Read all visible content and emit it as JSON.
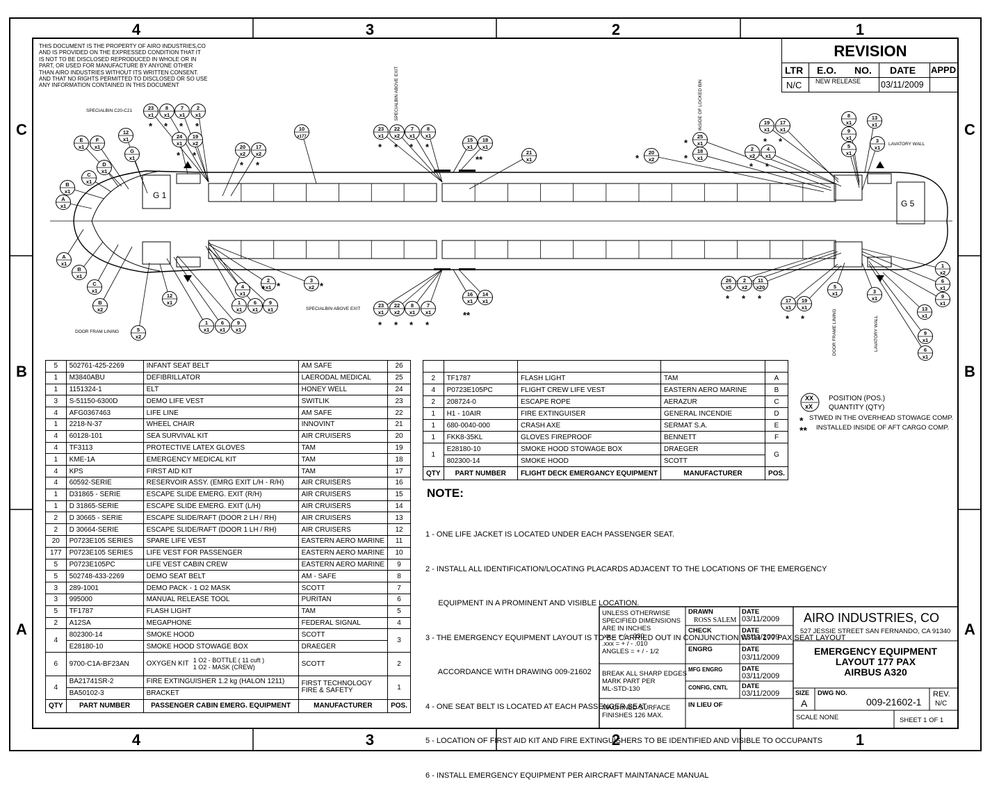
{
  "zones": {
    "columns": [
      "4",
      "3",
      "2",
      "1"
    ],
    "rows": [
      "C",
      "B",
      "A"
    ]
  },
  "disclaimer": [
    "THIS DOCUMENT IS THE PROPERTY OF AIRO INDUSTRIES,CO",
    "AND IS PROVIDED ON THE EXPRESSED CONDITION THAT IT",
    "IS NOT TO BE DISCLOSED REPRODUCED IN WHOLE OR IN",
    "PART, OR USED FOR MANUFACTURE BY ANYONE OTHER",
    "THAN AIRO INDUSTRIES WITHOUT ITS WRITTEN CONSENT.",
    "AND THAT NO RIGHTS PERMITTED TO DISCLOSED OR SO USE",
    "ANY INFORMATION CONTAINED IN THIS DOCUMENT"
  ],
  "revision": {
    "title": "REVISION",
    "headers": [
      "LTR",
      "E.O.",
      "NO.",
      "DATE",
      "APPD"
    ],
    "row": {
      "ltr": "N/C",
      "eo": "NEW RELEASE",
      "date": "03/11/2009",
      "appd": ""
    }
  },
  "diagram": {
    "galley_front": "G 1",
    "galley_rear": "G 5",
    "callouts": {
      "specialbin_top_left": "SPECIALBIN C20-C21",
      "specialbin_above_exit_top": "SPECIALBIN ABOVE EXIT",
      "specialbin_above_exit_bottom": "SPECIALBIN ABOVE EXIT",
      "inside_locked_bin": "INSIDE OF LOCKED BIN",
      "lavatory_wall_top": "LAVATORY WALL",
      "lavatory_wall_bottom": "LAVATORY WALL",
      "door_frame_lining_right": "DOOR FRAME LINING",
      "door_fram_lining_left": "DOOR FRAM LINING"
    },
    "bubbles": [
      {
        "pos": "23",
        "qty": "x1"
      },
      {
        "pos": "8",
        "qty": "x1"
      },
      {
        "pos": "7",
        "qty": "x1"
      },
      {
        "pos": "2",
        "qty": "x1"
      },
      {
        "pos": "24",
        "qty": "x1"
      },
      {
        "pos": "19",
        "qty": "x2"
      },
      {
        "pos": "20",
        "qty": "x2"
      },
      {
        "pos": "17",
        "qty": "x2"
      },
      {
        "pos": "12",
        "qty": "x1"
      },
      {
        "pos": "G",
        "qty": "x1"
      },
      {
        "pos": "E",
        "qty": "x1"
      },
      {
        "pos": "F",
        "qty": "x1"
      },
      {
        "pos": "D",
        "qty": "x1"
      },
      {
        "pos": "C",
        "qty": "x1"
      },
      {
        "pos": "B",
        "qty": "x1"
      },
      {
        "pos": "A",
        "qty": "x1"
      },
      {
        "pos": "10",
        "qty": "x177"
      },
      {
        "pos": "23",
        "qty": "x1"
      },
      {
        "pos": "22",
        "qty": "x2"
      },
      {
        "pos": "7",
        "qty": "x1"
      },
      {
        "pos": "8",
        "qty": "x1"
      },
      {
        "pos": "15",
        "qty": "x1"
      },
      {
        "pos": "18",
        "qty": "x1"
      },
      {
        "pos": "21",
        "qty": "x1"
      },
      {
        "pos": "20",
        "qty": "x2"
      },
      {
        "pos": "25",
        "qty": "x1"
      },
      {
        "pos": "18",
        "qty": "x1"
      },
      {
        "pos": "19",
        "qty": "x1"
      },
      {
        "pos": "17",
        "qty": "x1"
      },
      {
        "pos": "2",
        "qty": "x2"
      },
      {
        "pos": "4",
        "qty": "x1"
      },
      {
        "pos": "8",
        "qty": "x1"
      },
      {
        "pos": "9",
        "qty": "x1"
      },
      {
        "pos": "5",
        "qty": "x1"
      },
      {
        "pos": "13",
        "qty": "x1"
      },
      {
        "pos": "3",
        "qty": "x1"
      },
      {
        "pos": "A",
        "qty": "x1"
      },
      {
        "pos": "B",
        "qty": "x1"
      },
      {
        "pos": "C",
        "qty": "x1"
      },
      {
        "pos": "B",
        "qty": "x2"
      },
      {
        "pos": "12",
        "qty": "x1"
      },
      {
        "pos": "4",
        "qty": "x1"
      },
      {
        "pos": "2",
        "qty": "x1"
      },
      {
        "pos": "3",
        "qty": "x2"
      },
      {
        "pos": "1",
        "qty": "x1"
      },
      {
        "pos": "6",
        "qty": "x1"
      },
      {
        "pos": "9",
        "qty": "x1"
      },
      {
        "pos": "1",
        "qty": "x1"
      },
      {
        "pos": "6",
        "qty": "x1"
      },
      {
        "pos": "9",
        "qty": "x1"
      },
      {
        "pos": "5",
        "qty": "x2"
      },
      {
        "pos": "23",
        "qty": "x1"
      },
      {
        "pos": "22",
        "qty": "x2"
      },
      {
        "pos": "8",
        "qty": "x1"
      },
      {
        "pos": "7",
        "qty": "x1"
      },
      {
        "pos": "16",
        "qty": "x1"
      },
      {
        "pos": "14",
        "qty": "x1"
      },
      {
        "pos": "26",
        "qty": "x5"
      },
      {
        "pos": "2",
        "qty": "x2"
      },
      {
        "pos": "11",
        "qty": "x20"
      },
      {
        "pos": "17",
        "qty": "x1"
      },
      {
        "pos": "19",
        "qty": "x1"
      },
      {
        "pos": "5",
        "qty": "x1"
      },
      {
        "pos": "3",
        "qty": "x1"
      },
      {
        "pos": "1",
        "qty": "x2"
      },
      {
        "pos": "6",
        "qty": "x1"
      },
      {
        "pos": "9",
        "qty": "x1"
      },
      {
        "pos": "13",
        "qty": "x1"
      },
      {
        "pos": "9",
        "qty": "x1"
      },
      {
        "pos": "6",
        "qty": "x1"
      }
    ]
  },
  "passenger_table": {
    "headers": [
      "QTY",
      "PART NUMBER",
      "PASSENGER CABIN EMERG. EQUIPMENT",
      "MANUFACTURER",
      "POS."
    ],
    "rows": [
      [
        "5",
        "502761-425-2269",
        "INFANT SEAT BELT",
        "AM SAFE",
        "26"
      ],
      [
        "1",
        "M3840ABU",
        "DEFIBRILLATOR",
        "LAERODAL MEDICAL",
        "25"
      ],
      [
        "1",
        "1151324-1",
        "ELT",
        "HONEY WELL",
        "24"
      ],
      [
        "3",
        "S-51150-6300D",
        "DEMO LIFE VEST",
        "SWITLIK",
        "23"
      ],
      [
        "4",
        "AFG0367463",
        "LIFE LINE",
        "AM SAFE",
        "22"
      ],
      [
        "1",
        "2218-N-37",
        "WHEEL CHAIR",
        "INNOVINT",
        "21"
      ],
      [
        "4",
        "60128-101",
        "SEA SURVIVAL KIT",
        "AIR CRUISERS",
        "20"
      ],
      [
        "4",
        "TF3113",
        "PROTECTIVE LATEX GLOVES",
        "TAM",
        "19"
      ],
      [
        "1",
        "KME-1A",
        "EMERGENCY MEDICAL KIT",
        "TAM",
        "18"
      ],
      [
        "4",
        "KPS",
        "FIRST AID KIT",
        "TAM",
        "17"
      ],
      [
        "4",
        "60592-SERIE",
        "RESERVOIR ASSY. (EMRG EXIT L/H - R/H)",
        "AIR CRUISERS",
        "16"
      ],
      [
        "1",
        "D31865 - SERIE",
        "ESCAPE SLIDE EMERG. EXIT (R/H)",
        "AIR CRUISERS",
        "15"
      ],
      [
        "1",
        "D 31865-SERIE",
        "ESCAPE SLIDE EMERG. EXIT (L/H)",
        "AIR CRUISERS",
        "14"
      ],
      [
        "2",
        "D 30665 - SERIE",
        "ESCAPE SLIDE/RAFT (DOOR 2 LH / RH)",
        "AIR CRUISERS",
        "13"
      ],
      [
        "2",
        "D 30664-SERIE",
        "ESCAPE SLIDE/RAFT (DOOR 1 LH / RH)",
        "AIR CRUISERS",
        "12"
      ],
      [
        "20",
        "P0723E105 SERIES",
        "SPARE LIFE VEST",
        "EASTERN AERO MARINE",
        "11"
      ],
      [
        "177",
        "P0723E105 SERIES",
        "LIFE VEST FOR PASSENGER",
        "EASTERN AERO MARINE",
        "10"
      ],
      [
        "5",
        "P0723E105PC",
        "LIFE VEST CABIN CREW",
        "EASTERN AERO MARINE",
        "9"
      ],
      [
        "5",
        "502748-433-2269",
        "DEMO SEAT BELT",
        "AM - SAFE",
        "8"
      ],
      [
        "3",
        "289-1001",
        "DEMO PACK - 1 O2 MASK",
        "SCOTT",
        "7"
      ],
      [
        "3",
        "995000",
        "MANUAL RELEASE TOOL",
        "PURITAN",
        "6"
      ],
      [
        "5",
        "TF1787",
        "FLASH LIGHT",
        "TAM",
        "5"
      ],
      [
        "2",
        "A12SA",
        "MEGAPHONE",
        "FEDERAL SIGNAL",
        "4"
      ]
    ],
    "row3": {
      "qty": "4",
      "pn1": "802300-14",
      "pn2": "E28180-10",
      "d1": "SMOKE HOOD",
      "d2": "SMOKE HOOD STOWAGE BOX",
      "m1": "SCOTT",
      "m2": "DRAEGER",
      "pos": "3"
    },
    "row2": {
      "qty": "6",
      "pn": "9700-C1A-BF23AN",
      "d": "OXYGEN KIT",
      "d_a": "1 O2 - BOTTLE ( 11 cuft )",
      "d_b": "1 O2 - MASK (CREW)",
      "m": "SCOTT",
      "pos": "2"
    },
    "row1": {
      "qty": "4",
      "pn1": "BA21741SR-2",
      "pn2": "BA50102-3",
      "d1": "FIRE EXTINGUISHER 1.2 kg (HALON 1211)",
      "d2": "BRACKET",
      "m1": "FIRST TECHNOLOGY",
      "m2": "FIRE & SAFETY",
      "pos": "1"
    }
  },
  "flight_deck_table": {
    "headers": [
      "QTY",
      "PART NUMBER",
      "FLIGHT DECK EMERGANCY EQUIPMENT",
      "MANUFACTURER",
      "POS."
    ],
    "rows": [
      [
        "2",
        "TF1787",
        "FLASH LIGHT",
        "TAM",
        "A"
      ],
      [
        "4",
        "P0723E105PC",
        "FLIGHT CREW LIFE VEST",
        "EASTERN AERO MARINE",
        "B"
      ],
      [
        "2",
        "208724-0",
        "ESCAPE ROPE",
        "AERAZUR",
        "C"
      ],
      [
        "1",
        "H1 - 10AIR",
        "FIRE EXTINGUISER",
        "GENERAL INCENDIE",
        "D"
      ],
      [
        "1",
        "680-0040-000",
        "CRASH AXE",
        "SERMAT S.A.",
        "E"
      ],
      [
        "1",
        "FKK8-35KL",
        "GLOVES FIREPROOF",
        "BENNETT",
        "F"
      ]
    ],
    "rowG": {
      "qty": "1",
      "pn1": "E28180-10",
      "pn2": "802300-14",
      "d1": "SMOKE HOOD STOWAGE BOX",
      "d2": "SMOKE HOOD",
      "m1": "DRAEGER",
      "m2": "SCOTT",
      "pos": "G"
    }
  },
  "legend": {
    "bubble_top": "XX",
    "bubble_bottom": "xX",
    "position": "POSITION (POS.)",
    "quantity": "QUANTITY (QTY)",
    "star1_sym": "*",
    "star1": "STWED IN THE OVERHEAD STOWAGE COMP.",
    "star2_sym": "**",
    "star2": "INSTALLED INSIDE OF AFT CARGO COMP."
  },
  "notes": {
    "title": "NOTE:",
    "lines": [
      "1 - ONE LIFE JACKET IS LOCATED UNDER EACH PASSENGER SEAT.",
      "2 - INSTALL ALL IDENTIFICATION/LOCATING PLACARDS ADJACENT TO THE LOCATIONS OF THE EMERGENCY",
      "      EQUIPMENT IN A PROMINENT AND VISIBLE LOCATION.",
      "3 - THE EMERGENCY EQUIPMENT LAYOUT IS TO BE CARRIED OUT IN CONJUNCTION WITH 177 PAX SEAT LAYOUT",
      "      ACCORDANCE WITH DRAWING 009-21602",
      "4 - ONE SEAT BELT IS LOCATED AT EACH PASSENGER SEAT",
      "5 - LOCATION OF FIRST AID KIT AND FIRE EXTINGUISHERS TO BE IDENTIFIED AND VISIBLE TO OCCUPANTS",
      "6 - INSTALL EMERGENCY EQUIPMENT PER AIRCRAFT MAINTANACE MANUAL"
    ]
  },
  "title_block": {
    "tolerances": [
      "UNLESS OTHERWISE",
      "SPECIFIED DIMENSIONS",
      "ARE IN INCHES",
      ".xx = + / - .030",
      ".xxx = + / - .010",
      "ANGLES = + / - 1/2"
    ],
    "break_edges": [
      "BREAK ALL SHARP EDGES",
      "MARK PART PER",
      "ML-STD-130"
    ],
    "finish": [
      "MACHINED SURFACE",
      "FINISHES 126 MAX."
    ],
    "drawn_label": "DRAWN",
    "drawn_by": "ROSS SALEM",
    "check_label": "CHECK",
    "engrg_label": "ENGRG",
    "mfg_label": "MFG ENGRG",
    "config_label": "CONFIG, CNTL",
    "in_lieu_label": "IN LIEU OF",
    "date_label": "DATE",
    "date_value": "03/11/2009",
    "company": "AIRO INDUSTRIES, CO",
    "address": "527 JESSIE STREET SAN FERNANDO, CA 91340",
    "title1": "EMERGENCY EQUIPMENT",
    "title2": "LAYOUT 177 PAX",
    "title3": "AIRBUS    A320",
    "size_label": "SIZE",
    "size_value": "A",
    "dwg_label": "DWG NO.",
    "dwg_value": "009-21602-1",
    "rev_label": "REV.",
    "rev_value": "N/C",
    "scale": "SCALE NONE",
    "sheet": "SHEET  1  OF  1"
  }
}
